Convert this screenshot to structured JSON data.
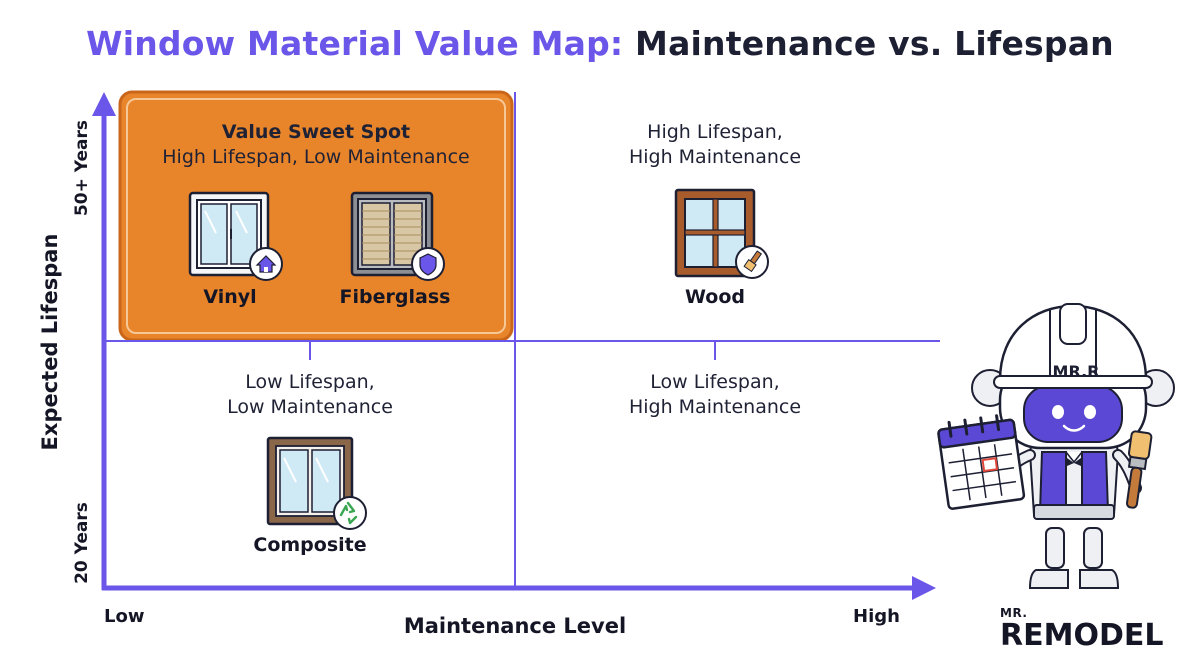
{
  "title": {
    "accent": "Window Material Value Map:",
    "rest": "Maintenance vs. Lifespan"
  },
  "axes": {
    "x_label": "Maintenance Level",
    "y_label": "Expected Lifespan",
    "x_low": "Low",
    "x_high": "High",
    "y_low": "20 Years",
    "y_high": "50+ Years"
  },
  "quadrants": {
    "top_left": {
      "title": "Value Sweet Spot",
      "subtitle": "High Lifespan, Low Maintenance"
    },
    "top_right": {
      "line1": "High Lifespan,",
      "line2": "High Maintenance"
    },
    "bottom_left": {
      "line1": "Low Lifespan,",
      "line2": "Low Maintenance"
    },
    "bottom_right": {
      "line1": "Low Lifespan,",
      "line2": "High Maintenance"
    }
  },
  "materials": {
    "vinyl": {
      "label": "Vinyl",
      "badge_icon": "home-icon"
    },
    "fiberglass": {
      "label": "Fiberglass",
      "badge_icon": "shield-icon"
    },
    "wood": {
      "label": "Wood",
      "badge_icon": "paintbrush-icon"
    },
    "composite": {
      "label": "Composite",
      "badge_icon": "recycle-icon"
    }
  },
  "mascot": {
    "helmet_text": "MR.R"
  },
  "logo": {
    "small": "MR.",
    "word": "REMODEL"
  },
  "colors": {
    "accent": "#6a56e8",
    "sweet_spot": "#e8842a",
    "axis": "#6a56e8",
    "text": "#1d1f33"
  }
}
